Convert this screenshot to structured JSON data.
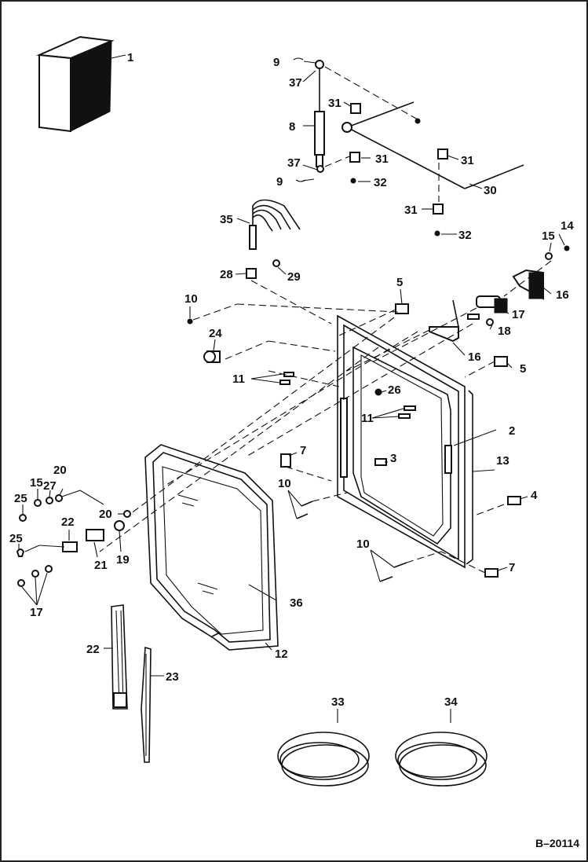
{
  "figure_code": "B–20114",
  "callouts": [
    {
      "id": "c1",
      "text": "1"
    },
    {
      "id": "c9a",
      "text": "9"
    },
    {
      "id": "c37a",
      "text": "37"
    },
    {
      "id": "c31a",
      "text": "31"
    },
    {
      "id": "c8",
      "text": "8"
    },
    {
      "id": "c31b",
      "text": "31"
    },
    {
      "id": "c31c",
      "text": "31"
    },
    {
      "id": "c37b",
      "text": "37"
    },
    {
      "id": "c32a",
      "text": "32"
    },
    {
      "id": "c9b",
      "text": "9"
    },
    {
      "id": "c30",
      "text": "30"
    },
    {
      "id": "c31d",
      "text": "31"
    },
    {
      "id": "c32b",
      "text": "32"
    },
    {
      "id": "c35",
      "text": "35"
    },
    {
      "id": "c14",
      "text": "14"
    },
    {
      "id": "c15a",
      "text": "15"
    },
    {
      "id": "c28",
      "text": "28"
    },
    {
      "id": "c29",
      "text": "29"
    },
    {
      "id": "c5a",
      "text": "5"
    },
    {
      "id": "c16a",
      "text": "16"
    },
    {
      "id": "c10a",
      "text": "10"
    },
    {
      "id": "c17a",
      "text": "17"
    },
    {
      "id": "c18",
      "text": "18"
    },
    {
      "id": "c24",
      "text": "24"
    },
    {
      "id": "c16b",
      "text": "16"
    },
    {
      "id": "c5b",
      "text": "5"
    },
    {
      "id": "c11a",
      "text": "11"
    },
    {
      "id": "c26",
      "text": "26"
    },
    {
      "id": "c11b",
      "text": "11"
    },
    {
      "id": "c2",
      "text": "2"
    },
    {
      "id": "c7a",
      "text": "7"
    },
    {
      "id": "c3",
      "text": "3"
    },
    {
      "id": "c13",
      "text": "13"
    },
    {
      "id": "c20a",
      "text": "20"
    },
    {
      "id": "c15b",
      "text": "15"
    },
    {
      "id": "c27",
      "text": "27"
    },
    {
      "id": "c10b",
      "text": "10"
    },
    {
      "id": "c4",
      "text": "4"
    },
    {
      "id": "c25a",
      "text": "25"
    },
    {
      "id": "c20b",
      "text": "20"
    },
    {
      "id": "c22a",
      "text": "22"
    },
    {
      "id": "c25b",
      "text": "25"
    },
    {
      "id": "c21",
      "text": "21"
    },
    {
      "id": "c19",
      "text": "19"
    },
    {
      "id": "c10c",
      "text": "10"
    },
    {
      "id": "c7b",
      "text": "7"
    },
    {
      "id": "c17b",
      "text": "17"
    },
    {
      "id": "c36",
      "text": "36"
    },
    {
      "id": "c22b",
      "text": "22"
    },
    {
      "id": "c12",
      "text": "12"
    },
    {
      "id": "c23",
      "text": "23"
    },
    {
      "id": "c33",
      "text": "33"
    },
    {
      "id": "c34",
      "text": "34"
    }
  ]
}
